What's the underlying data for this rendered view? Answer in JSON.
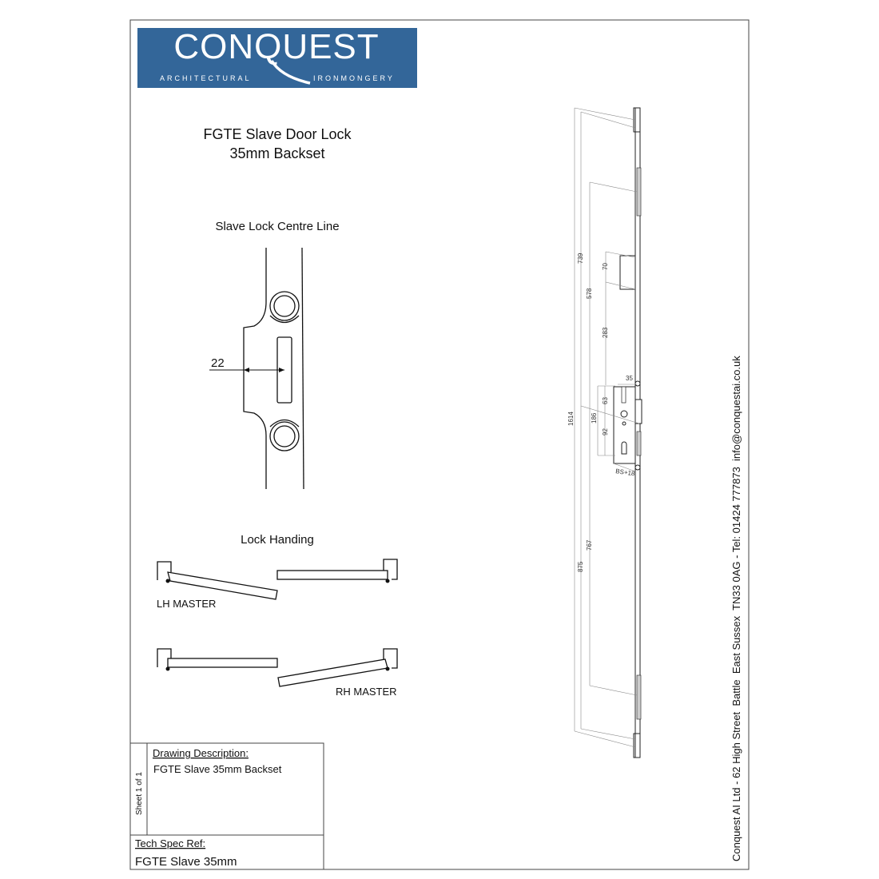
{
  "logo": {
    "name": "CONQUEST",
    "tagline_left": "ARCHITECTURAL",
    "tagline_right": "IRONMONGERY",
    "color": "#336699"
  },
  "title": {
    "line1": "FGTE Slave Door Lock",
    "line2": "35mm Backset"
  },
  "centre_line": {
    "heading": "Slave Lock Centre Line",
    "dimension": "22"
  },
  "handing": {
    "heading": "Lock Handing",
    "lh_label": "LH MASTER",
    "rh_label": "RH MASTER"
  },
  "title_block": {
    "sheet": "Sheet 1 of 1",
    "description_label": "Drawing Description:",
    "description": "FGTE Slave 35mm Backset",
    "spec_label": "Tech Spec Ref:",
    "spec": "FGTE Slave 35mm"
  },
  "dimensions": {
    "d739": "739",
    "d578": "578",
    "d70": "70",
    "d283": "283",
    "d35": "35",
    "d63": "63",
    "d186": "186",
    "d92": "92",
    "d1614": "1614",
    "bs": "BS+18",
    "d767": "767",
    "d875": "875"
  },
  "footer_contact": "Conquest AI Ltd - 62 High Street  Battle  East Sussex  TN33 0AG - Tel: 01424 777873  info@conquestai.co.uk"
}
